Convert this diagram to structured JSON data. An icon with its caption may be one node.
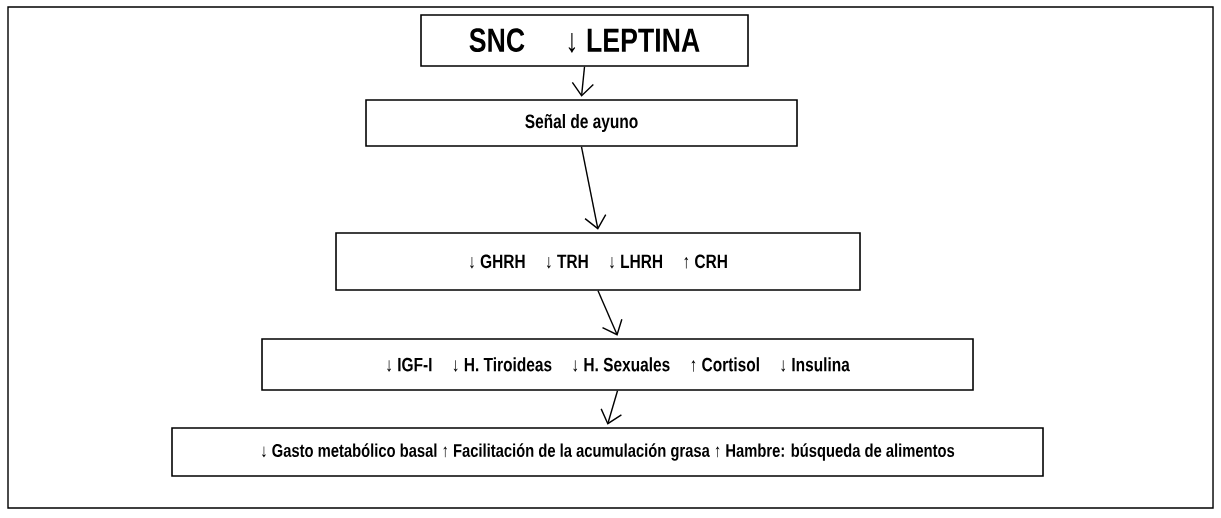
{
  "diagram": {
    "nodes": [
      {
        "text": [
          "SNC",
          "↓ LEPTINA"
        ]
      },
      {
        "text": [
          "Señal de ayuno"
        ]
      },
      {
        "text": [
          "↓ GHRH",
          "↓ TRH",
          "↓ LHRH",
          "↑ CRH"
        ]
      },
      {
        "text": [
          "↓ IGF-I",
          "↓ H. Tiroideas",
          "↓ H. Sexuales",
          "↑ Cortisol",
          "↓ Insulina"
        ]
      },
      {
        "text": [
          "↓ Gasto metabólico basal",
          "↑ Facilitación de la acumulación grasa",
          "↑ Hambre: búsqueda de alimentos"
        ]
      }
    ],
    "edges": [
      {
        "from": 0,
        "to": 1,
        "arrow": "to"
      },
      {
        "from": 1,
        "to": 2,
        "arrow": "to"
      },
      {
        "from": 2,
        "to": 3,
        "arrow": "to"
      },
      {
        "from": 3,
        "to": 4,
        "arrow": "to"
      }
    ]
  }
}
